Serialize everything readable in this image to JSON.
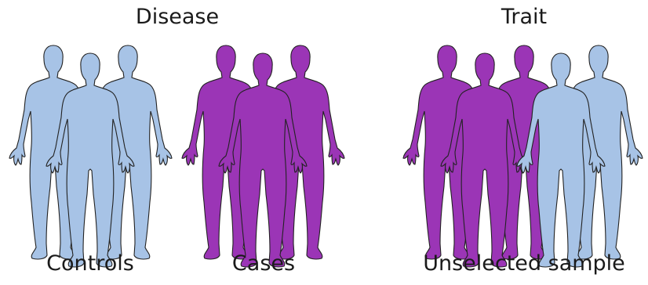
{
  "titles": {
    "disease": "Disease",
    "trait": "Trait"
  },
  "groups": {
    "controls": "Controls",
    "cases": "Cases",
    "unselected": "Unselected sample"
  },
  "colors": {
    "control": "#a7c3e6",
    "case": "#9b35b6",
    "outline": "#222222"
  },
  "icons": {
    "figure": "person-silhouette-icon"
  },
  "figure_groups": [
    {
      "name": "controls",
      "figures": [
        "control",
        "control",
        "control"
      ]
    },
    {
      "name": "cases",
      "figures": [
        "case",
        "case",
        "case"
      ]
    },
    {
      "name": "unselected",
      "figures": [
        "case",
        "case",
        "case",
        "control",
        "control"
      ]
    }
  ]
}
